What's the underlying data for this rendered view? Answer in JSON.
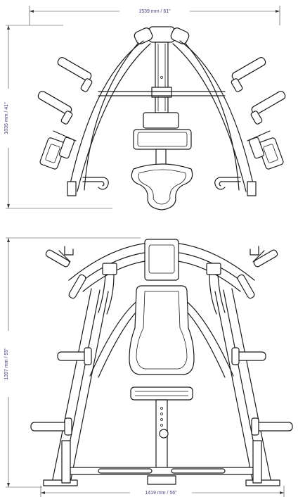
{
  "dimensions": {
    "top_width": "1539 mm / 61\"",
    "top_depth": "1035 mm / 41\"",
    "front_height": "1397 mm / 55\"",
    "front_width": "1419 mm / 56\""
  }
}
